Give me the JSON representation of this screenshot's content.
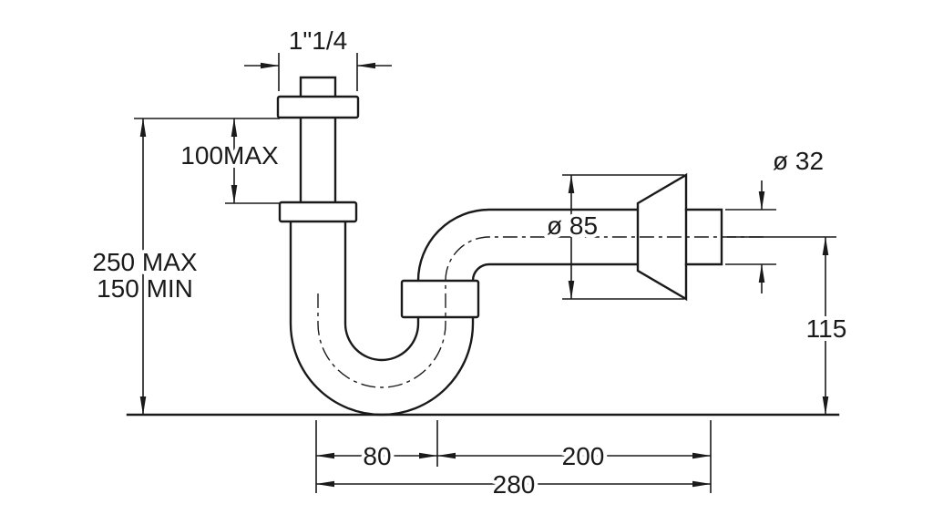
{
  "drawing": {
    "labels": {
      "inlet_thread": "1\"1/4",
      "upper_adjustment": "100MAX",
      "height_max": "250 MAX",
      "height_min": "150 MIN",
      "flange_diameter": "ø 85",
      "outlet_pipe_diameter": "ø 32",
      "outlet_height": "115",
      "trap_width": "80",
      "outlet_length": "200",
      "total_width": "280"
    },
    "colors": {
      "line": "#1a1a1a",
      "background": "#ffffff"
    }
  }
}
